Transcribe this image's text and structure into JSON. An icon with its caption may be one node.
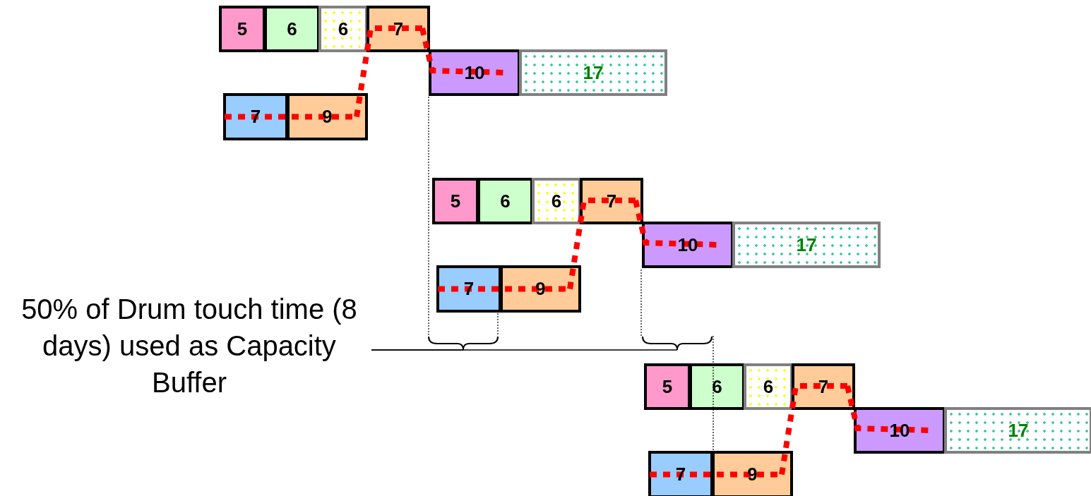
{
  "diagram": {
    "nodes": [
      {
        "text": [
          "5"
        ]
      },
      {
        "text": [
          "6"
        ]
      },
      {
        "text": [
          "6"
        ]
      },
      {
        "text": [
          "7"
        ]
      },
      {
        "text": [
          "10"
        ]
      },
      {
        "text": [
          "17"
        ]
      },
      {
        "text": [
          "7"
        ]
      },
      {
        "text": [
          "9"
        ]
      },
      {
        "text": [
          "5"
        ]
      },
      {
        "text": [
          "6"
        ]
      },
      {
        "text": [
          "6"
        ]
      },
      {
        "text": [
          "7"
        ]
      },
      {
        "text": [
          "10"
        ]
      },
      {
        "text": [
          "17"
        ]
      },
      {
        "text": [
          "7"
        ]
      },
      {
        "text": [
          "9"
        ]
      },
      {
        "text": [
          "5"
        ]
      },
      {
        "text": [
          "6"
        ]
      },
      {
        "text": [
          "6"
        ]
      },
      {
        "text": [
          "7"
        ]
      },
      {
        "text": [
          "10"
        ]
      },
      {
        "text": [
          "17"
        ]
      },
      {
        "text": [
          "7"
        ]
      },
      {
        "text": [
          "9"
        ]
      },
      {
        "text": [
          "50% of Drum touch time (8 days) used as Capacity Buffer"
        ]
      },
      {
        "text": [],
        "shape": "bracket"
      },
      {
        "text": [],
        "shape": "bracket"
      }
    ],
    "edges": [
      {
        "from": 6,
        "to": 7,
        "arrow": "none",
        "style": "dashed",
        "color": "#ff0000"
      },
      {
        "from": 7,
        "to": 3,
        "arrow": "none",
        "style": "dashed",
        "color": "#ff0000"
      },
      {
        "from": 3,
        "to": 4,
        "arrow": "none",
        "style": "dashed",
        "color": "#ff0000"
      },
      {
        "from": 14,
        "to": 15,
        "arrow": "none",
        "style": "dashed",
        "color": "#ff0000"
      },
      {
        "from": 15,
        "to": 11,
        "arrow": "none",
        "style": "dashed",
        "color": "#ff0000"
      },
      {
        "from": 11,
        "to": 12,
        "arrow": "none",
        "style": "dashed",
        "color": "#ff0000"
      },
      {
        "from": 22,
        "to": 23,
        "arrow": "none",
        "style": "dashed",
        "color": "#ff0000"
      },
      {
        "from": 23,
        "to": 19,
        "arrow": "none",
        "style": "dashed",
        "color": "#ff0000"
      },
      {
        "from": 19,
        "to": 20,
        "arrow": "none",
        "style": "dashed",
        "color": "#ff0000"
      },
      {
        "from": 24,
        "to": 25,
        "arrow": "none",
        "color": "#000000"
      },
      {
        "from": 24,
        "to": 26,
        "arrow": "none",
        "color": "#000000"
      }
    ]
  }
}
